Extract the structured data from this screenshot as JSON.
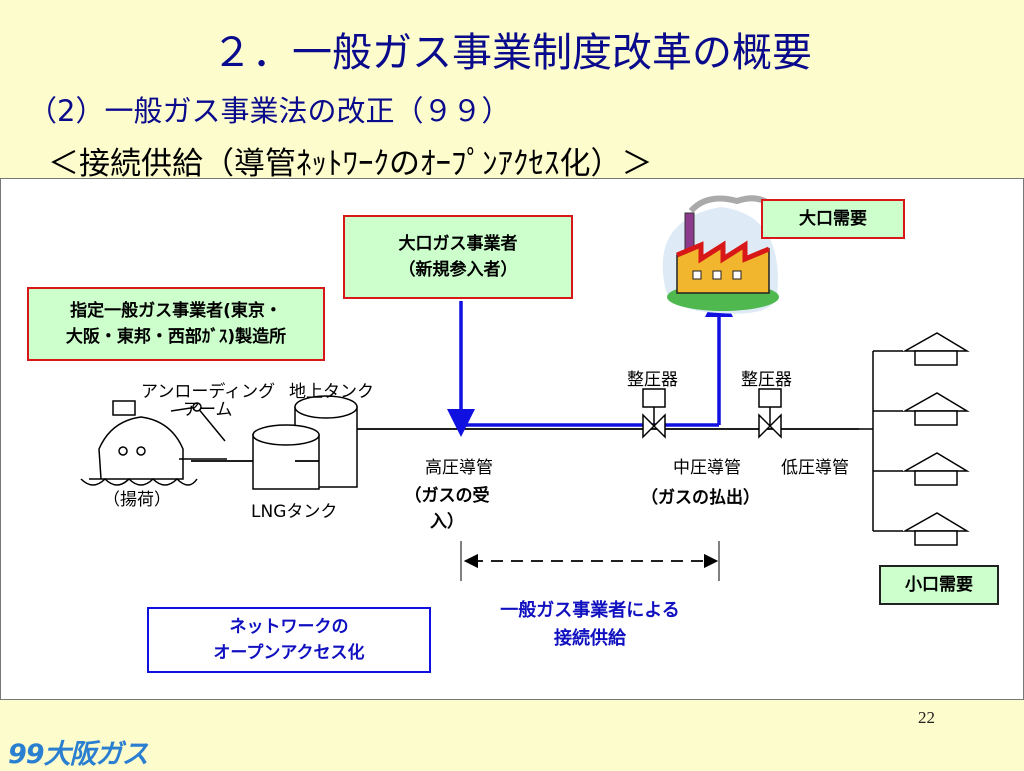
{
  "slide": {
    "title": "２．一般ガス事業制度改革の概要",
    "subtitle": "（2）一般ガス事業法の改正（９９）",
    "subtitle2": "＜接続供給（導管ﾈｯﾄﾜｰｸのｵｰﾌﾟﾝｱｸｾｽ化）＞",
    "page_number": "22",
    "logo": "99大阪ガス"
  },
  "diagram": {
    "large_gas_supplier": {
      "line1": "大口ガス事業者",
      "line2": "（新規参入者）"
    },
    "designated_supplier": {
      "line1": "指定一般ガス事業者(東京・",
      "line2": "大阪・東邦・西部ｶﾞｽ)製造所"
    },
    "large_demand": "大口需要",
    "small_demand": "小口需要",
    "network": {
      "line1": "ネットワークの",
      "line2": "オープンアクセス化"
    },
    "connection_supply": {
      "line1": "一般ガス事業者による",
      "line2": "接続供給"
    },
    "gas_receive": {
      "line1": "（ガスの受",
      "line2": "入）"
    },
    "gas_delivery": "（ガスの払出）",
    "high_pressure_pipe": "高圧導管",
    "mid_pressure_pipe": "中圧導管",
    "low_pressure_pipe": "低圧導管",
    "regulator_1": "整圧器",
    "regulator_2": "整圧器",
    "unloading_arm": {
      "line1": "アンローディング",
      "line2": "アーム"
    },
    "above_ground_tank": "地上タンク",
    "lng_tank": "LNGタンク",
    "unloading": "（揚荷）",
    "colors": {
      "accent_blue": "#1010e0",
      "box_red": "#d81818",
      "box_green": "#ccffcc",
      "background": "#fdfccc"
    }
  }
}
